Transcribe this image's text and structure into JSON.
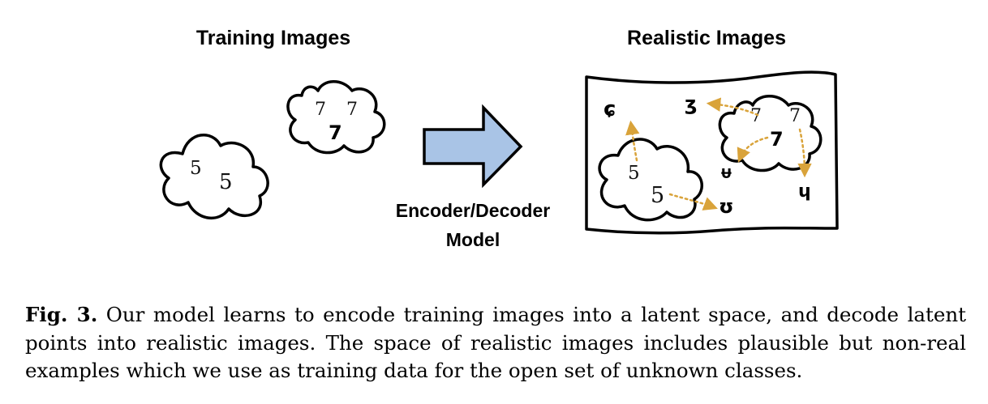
{
  "diagram": {
    "left_title": "Training Images",
    "right_title": "Realistic Images",
    "arrow_label_line1": "Encoder/Decoder",
    "arrow_label_line2": "Model",
    "training_clouds": {
      "fives": [
        "5",
        "5"
      ],
      "sevens": [
        "7",
        "7",
        "7"
      ]
    },
    "realistic_panel": {
      "cloud_fives": [
        "5",
        "5"
      ],
      "cloud_sevens": [
        "7",
        "7",
        "7"
      ],
      "generated_samples": [
        "ɕ",
        "ʒ",
        "ʊ",
        "ɥ",
        "ᵾ"
      ]
    },
    "colors": {
      "arrow_fill": "#a9c4e6",
      "arrow_stroke": "#000000",
      "dotted_arrow": "#d9a33a"
    }
  },
  "caption": {
    "label": "Fig. 3.",
    "text": "Our model learns to encode training images into a latent space, and decode latent points into realistic images. The space of realistic images includes plausible but non-real examples which we use as training data for the open set of unknown classes."
  }
}
